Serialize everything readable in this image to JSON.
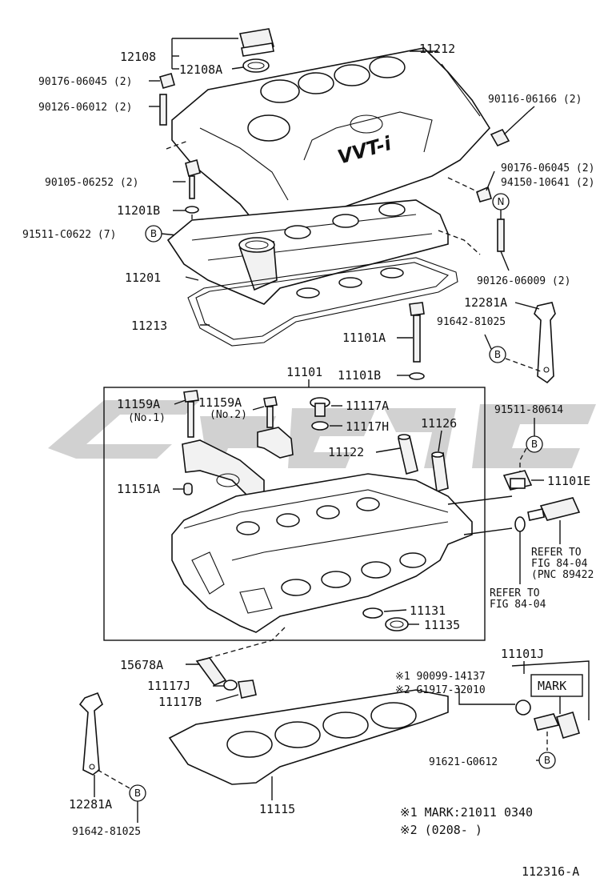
{
  "labels": {
    "l12108": "12108",
    "l12108A": "12108A",
    "l11212": "11212",
    "l90176a": "90176-06045 (2)",
    "l90126a": "90126-06012 (2)",
    "l90116": "90116-06166 (2)",
    "l90105": "90105-06252 (2)",
    "l90176b": "90176-06045 (2)",
    "l94150": "94150-10641 (2)",
    "l11201B": "11201B",
    "l91511a": "91511-C0622 (7)",
    "l11201": "11201",
    "l90126b": "90126-06009 (2)",
    "l12281Aa": "12281A",
    "l91642a": "91642-81025",
    "l11213": "11213",
    "l11101A": "11101A",
    "l11101B": "11101B",
    "l11101": "11101",
    "l11159Aa": "11159A",
    "l11159Ab": "11159A",
    "lNo1": "(No.1)",
    "lNo2": "(No.2)",
    "l11117A": "11117A",
    "l11117H": "11117H",
    "l11126": "11126",
    "l91511b": "91511-80614",
    "l11122": "11122",
    "l11151A": "11151A",
    "l11101E": "11101E",
    "lRefer1a": "REFER TO",
    "lRefer1b": "FIG 84-04",
    "lRefer1c": "(PNC 89422",
    "lRefer2a": "REFER TO",
    "lRefer2b": "FIG 84-04",
    "l11131": "11131",
    "l11135": "11135",
    "l15678A": "15678A",
    "l11101J": "11101J",
    "l11117J": "11117J",
    "l11117B": "11117B",
    "l90099": "※1 90099-14137",
    "lG1917": "※2 G1917-32010",
    "lMark": "MARK",
    "l91621": "91621-G0612",
    "l12281Ab": "12281A",
    "l91642b": "91642-81025",
    "l11115": "11115",
    "note1": "※1 MARK:21011 0340",
    "note2": "※2 (0208-       )",
    "figId": "112316-A",
    "circB": "B",
    "circN": "N",
    "brand": "VVT-i"
  }
}
